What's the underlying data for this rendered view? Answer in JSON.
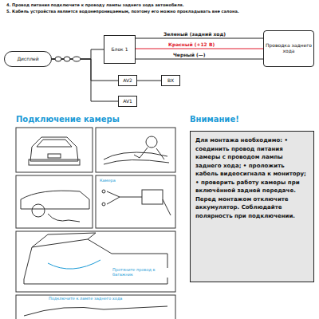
{
  "diagram": {
    "nodes": [
      {
        "text": [
          "Дисплей"
        ]
      },
      {
        "text": [
          "Блок 1"
        ]
      },
      {
        "text": [
          "AV2"
        ]
      },
      {
        "text": [
          "ВХ"
        ]
      },
      {
        "text": [
          "AV1"
        ]
      },
      {
        "text": [
          "Проводка заднего хода"
        ]
      },
      {
        "text": [
          "Для монтажа необходимо: • соединить провод питания камеры с проводом лампы заднего хода; • проложить кабель видеосигнала к монитору; • проверить работу камеры при включённой задней передаче. Перед монтажом отключите аккумулятор. Соблюдайте полярность при подключении."
        ]
      }
    ],
    "edges": [
      {
        "from": 0,
        "to": 1,
        "arrow": "none"
      },
      {
        "from": 0,
        "to": 2,
        "arrow": "none"
      },
      {
        "from": 0,
        "to": 4,
        "arrow": "none"
      },
      {
        "from": 2,
        "to": 3,
        "arrow": "none"
      },
      {
        "from": 1,
        "to": 5,
        "label": "Зеленый (задний ход)",
        "arrow": "none"
      },
      {
        "from": 1,
        "to": 5,
        "label": "Красный (+12 В)",
        "arrow": "none"
      },
      {
        "from": 1,
        "to": 5,
        "label": "Черный (—)",
        "arrow": "none"
      }
    ],
    "labels": [
      "4. Провод питания подключите к проводу лампы заднего хода автомобиля.",
      "5. Кабель устройства является водонепроницаемым, поэтому его можно прокладывать вне салона.",
      "Подключение камеры",
      "Внимание!",
      "Камера",
      "Протяните провод в багажник",
      "Подключите к лампе заднего хода"
    ]
  }
}
